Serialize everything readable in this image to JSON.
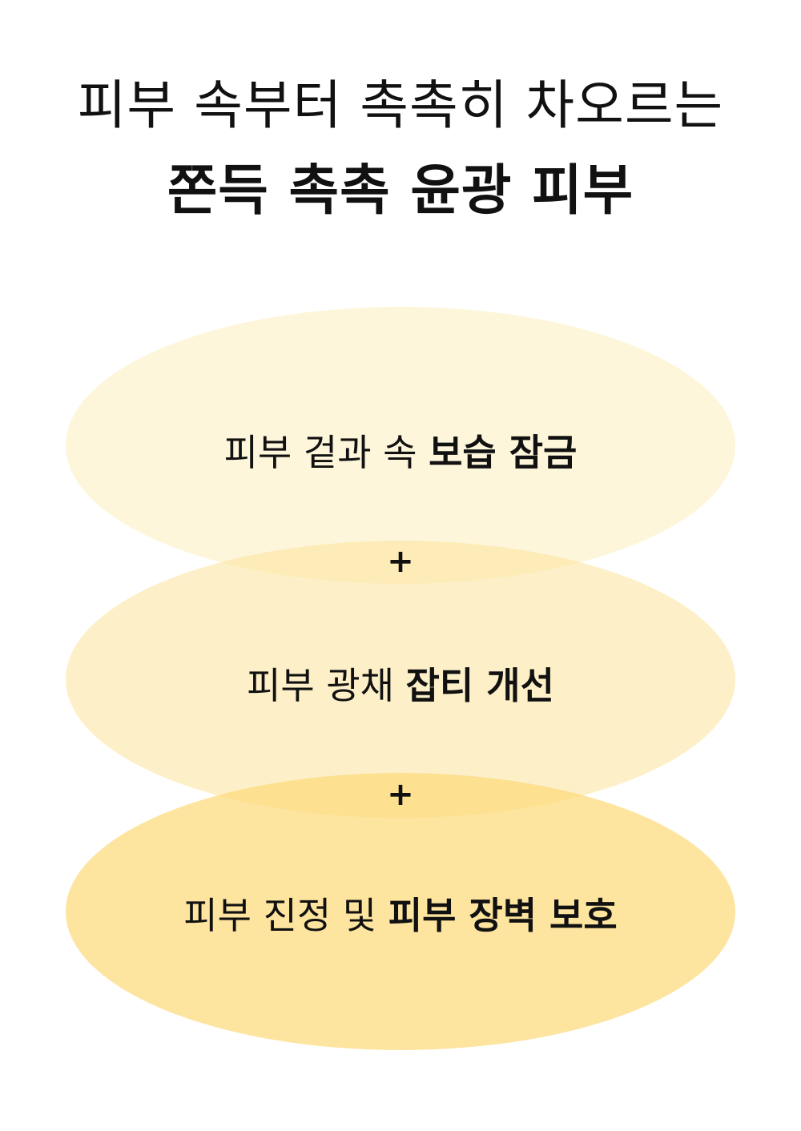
{
  "headline": {
    "line1": "피부 속부터 촉촉히 차오르는",
    "line2": "쫀득 촉촉 윤광 피부"
  },
  "benefits": [
    {
      "normal": "피부 겉과 속 ",
      "bold": "보습 잠금"
    },
    {
      "normal": "피부 광채 ",
      "bold": "잡티 개선"
    },
    {
      "normal": "피부 진정 및 ",
      "bold": "피부 장벽 보호"
    }
  ],
  "separator": "+",
  "colors": {
    "ellipse_1": "#fdeaae",
    "ellipse_2": "#fce39a",
    "ellipse_3": "#fcd97a",
    "text": "#111111"
  }
}
